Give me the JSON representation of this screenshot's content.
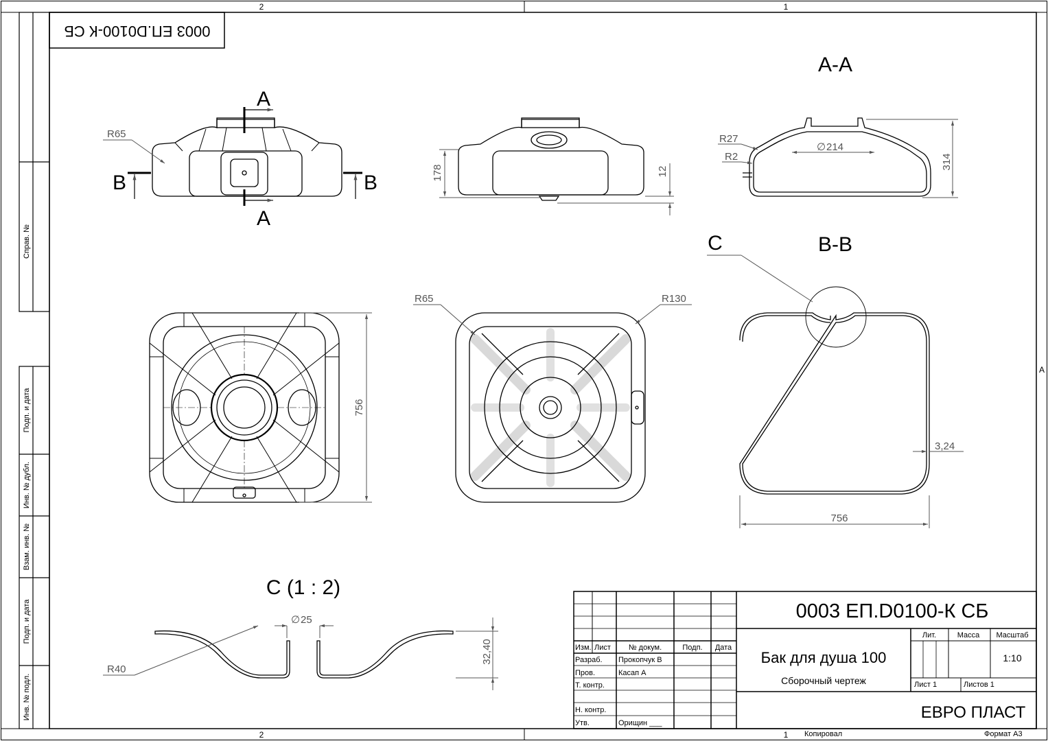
{
  "zones": {
    "top_left": "2",
    "top_right": "1",
    "bottom_left": "2",
    "bottom_right": "1",
    "right_side": "A"
  },
  "stamp_code": "0003 ЕП.D0100-К СБ",
  "left_strip": {
    "sprav": "Справ. №",
    "podp_data_1": "Подп. и дата",
    "inv_dubl": "Инв. № дубл.",
    "vzam_inv": "Взам. инв. №",
    "podp_data_2": "Подп. и дата",
    "inv_podl": "Инв. № подл."
  },
  "views": {
    "front": {
      "cut_label": "A",
      "section_label": "B",
      "radius": "R65"
    },
    "side": {
      "height": "178",
      "offset": "12"
    },
    "section_aa": {
      "title": "A-A",
      "r_outer": "R27",
      "r_inner": "R2",
      "diameter": "214",
      "height": "314"
    },
    "top": {
      "size": "756"
    },
    "bottom": {
      "radius_small": "R65",
      "radius_large": "R130"
    },
    "section_bb": {
      "title": "B-B",
      "detail_label": "C",
      "width": "756",
      "gap": "3,24"
    },
    "detail_c": {
      "title": "C (1 : 2)",
      "radius": "R40",
      "diameter": "25",
      "height": "32,40"
    }
  },
  "title_block": {
    "designation": "0003 ЕП.D0100-К СБ",
    "name": "Бак для душа 100",
    "doc_type": "Сборочный чертеж",
    "company": "ЕВРО ПЛАСТ",
    "headers": {
      "izm": "Изм.",
      "list": "Лист",
      "doc_no": "№ докум.",
      "podp": "Подп.",
      "data": "Дата"
    },
    "roles": [
      {
        "role": "Разраб.",
        "name": "Прокопчук В"
      },
      {
        "role": "Пров.",
        "name": "Касап А"
      },
      {
        "role": "Т. контр.",
        "name": ""
      },
      {
        "role": "",
        "name": ""
      },
      {
        "role": "Н. контр.",
        "name": ""
      },
      {
        "role": "Утв.",
        "name": "Орищин ___"
      }
    ],
    "lit": "Лит.",
    "massa": "Масса",
    "masshtab": "Масштаб",
    "scale": "1:10",
    "sheet": "Лист 1",
    "sheets": "Листов 1"
  },
  "footer": {
    "copied": "Копировал",
    "format": "Формат А3"
  }
}
